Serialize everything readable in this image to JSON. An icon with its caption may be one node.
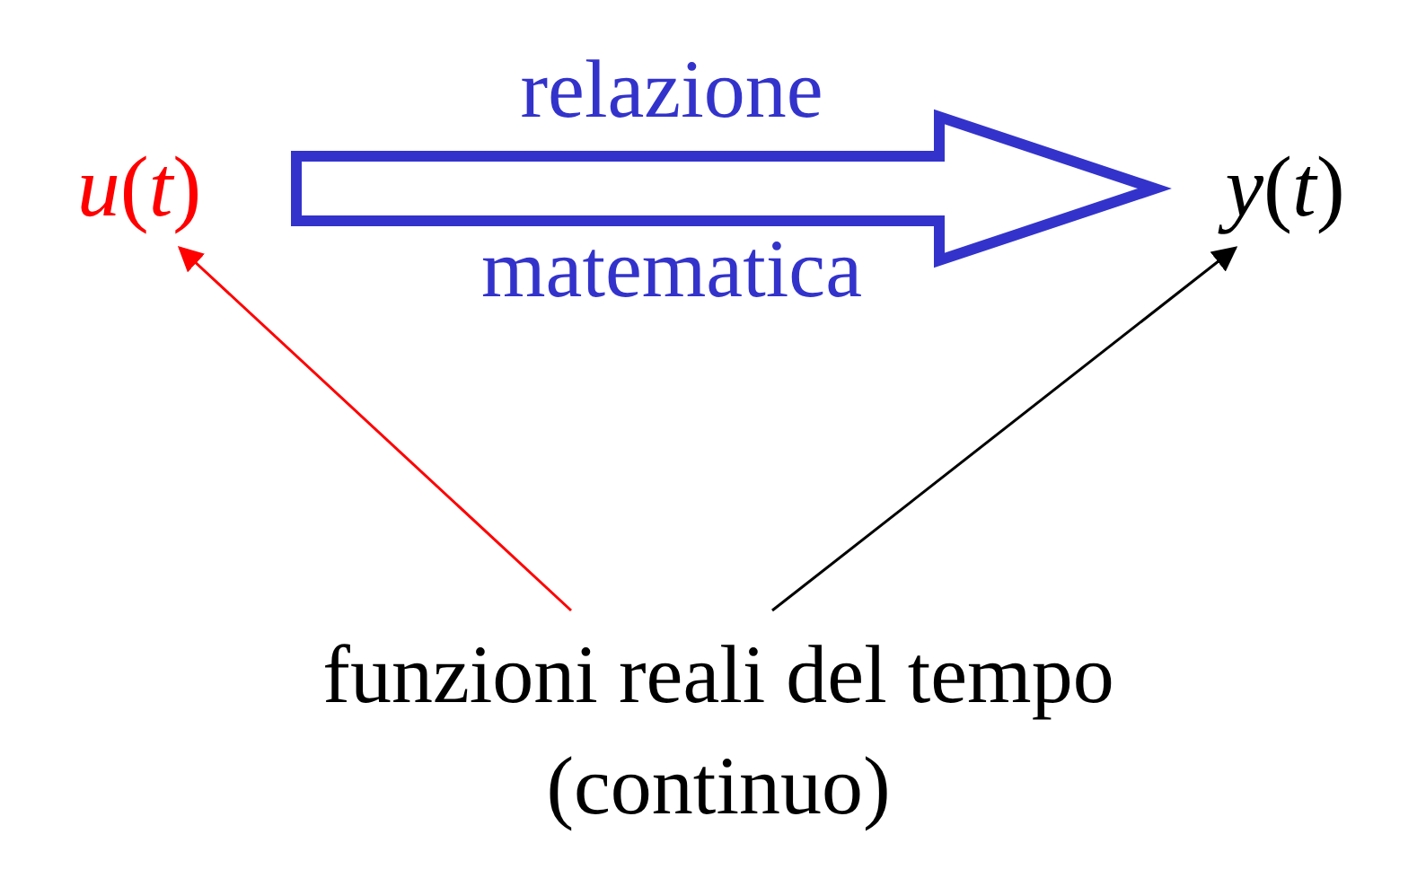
{
  "diagram": {
    "nodes": [
      {
        "text": [
          "*u*(*t*)"
        ]
      },
      {
        "text": [
          "*y*(*t*)"
        ]
      },
      {
        "text": [
          "funzioni reali del tempo (continuo)"
        ]
      }
    ],
    "edges": [
      {
        "from": 0,
        "to": 1,
        "arrow": "to",
        "label": "relazione matematica",
        "style": "thick",
        "color": "#3333cc"
      },
      {
        "from": 2,
        "to": 0,
        "arrow": "to",
        "color": "#ff0000"
      },
      {
        "from": 2,
        "to": 1,
        "arrow": "to",
        "color": "#000000"
      }
    ]
  }
}
